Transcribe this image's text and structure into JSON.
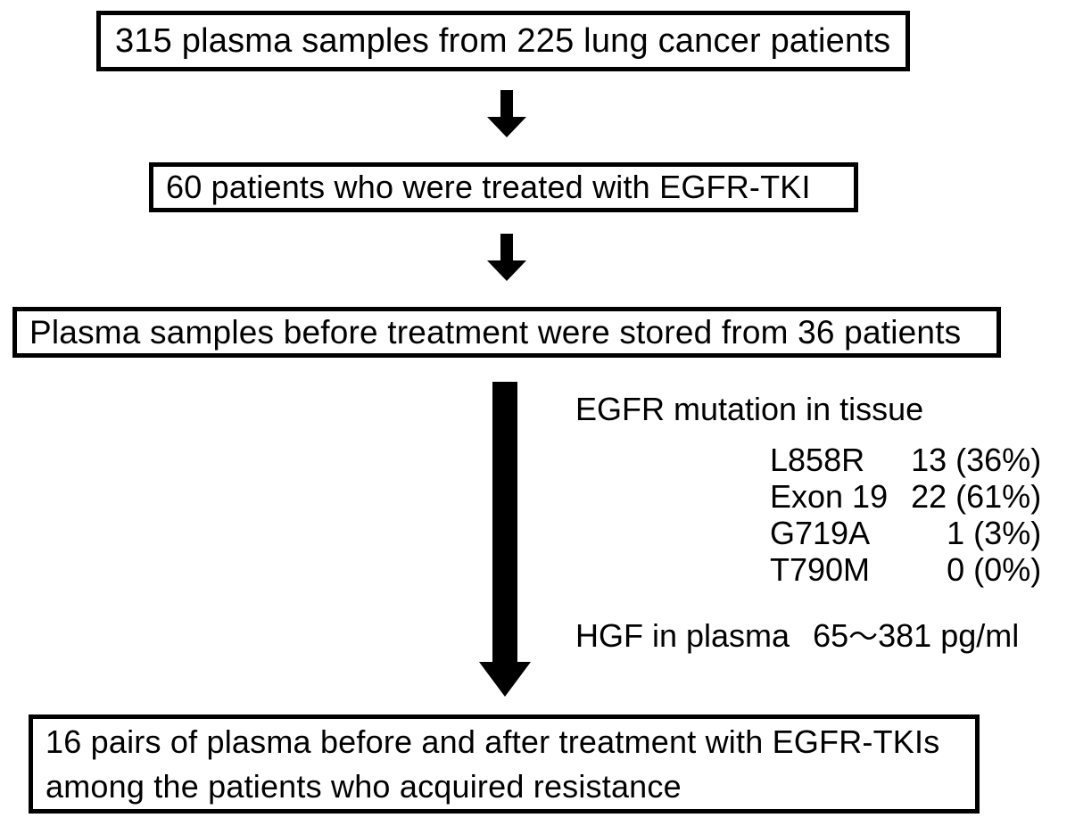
{
  "diagram": {
    "title": "Patient and plasma sample selection flowchart",
    "accent_color": "#000000",
    "background_color": "#ffffff",
    "boxes": [
      {
        "id": "box-1",
        "lines": [
          "315 plasma samples from 225 lung cancer patients"
        ]
      },
      {
        "id": "box-2",
        "lines": [
          "60 patients who were treated with EGFR-TKI"
        ]
      },
      {
        "id": "box-3",
        "lines": [
          "Plasma samples before treatment were stored from 36 patients"
        ]
      },
      {
        "id": "box-4",
        "lines": [
          "16 pairs of plasma before and after treatment with EGFR-TKIs",
          "among the patients who acquired resistance"
        ]
      }
    ],
    "arrows": [
      {
        "id": "arrow-1",
        "name": "down-arrow-icon",
        "direction": "down",
        "style": "block"
      },
      {
        "id": "arrow-2",
        "name": "down-arrow-icon",
        "direction": "down",
        "style": "block"
      },
      {
        "id": "arrow-big",
        "name": "long-down-arrow-icon",
        "direction": "down",
        "style": "block"
      }
    ],
    "annotation": {
      "title": "EGFR mutation in tissue",
      "table": {
        "rows": [
          {
            "mutation": "L858R",
            "count": "13 (36%)"
          },
          {
            "mutation": "Exon 19",
            "count": "22 (61%)"
          },
          {
            "mutation": "G719A",
            "count": "1 (3%)"
          },
          {
            "mutation": "T790M",
            "count": "0 (0%)"
          }
        ]
      },
      "hgf": {
        "label": "HGF in plasma",
        "value_low": "65",
        "separator": "〜",
        "value_high": "381 pg/ml"
      }
    }
  }
}
